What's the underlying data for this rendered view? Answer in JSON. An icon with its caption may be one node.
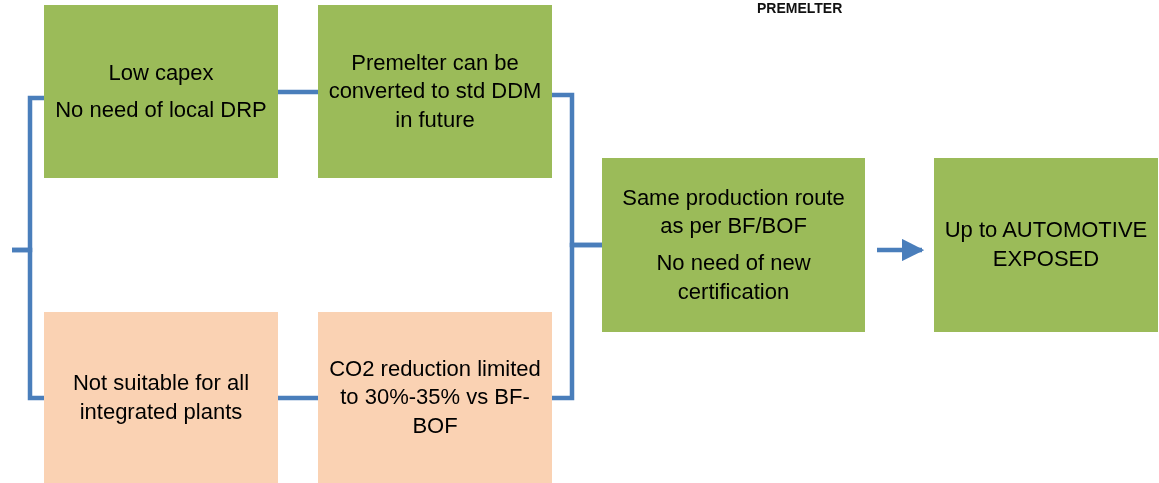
{
  "diagram": {
    "nodes": [
      {
        "text": [
          "Low capex",
          "No need of local DRP"
        ]
      },
      {
        "text": [
          "Premelter can be converted to std DDM in future"
        ]
      },
      {
        "text": [
          "Not suitable for all integrated plants"
        ]
      },
      {
        "text": [
          "CO2 reduction limited to 30%-35% vs BF-BOF"
        ]
      },
      {
        "text": [
          "Same production route as per BF/BOF",
          "No need of new certification"
        ]
      },
      {
        "text": [
          "Up to AUTOMOTIVE EXPOSED"
        ]
      }
    ],
    "edges": [
      {
        "from": null,
        "to": 0,
        "arrow": "none"
      },
      {
        "from": null,
        "to": 2,
        "arrow": "none"
      },
      {
        "from": 0,
        "to": 1,
        "arrow": "none"
      },
      {
        "from": 2,
        "to": 3,
        "arrow": "none"
      },
      {
        "from": 1,
        "to": 4,
        "arrow": "none"
      },
      {
        "from": 3,
        "to": 4,
        "arrow": "none"
      },
      {
        "from": 4,
        "to": 5,
        "arrow": "to"
      }
    ],
    "labels": [
      "PREMELTER"
    ]
  }
}
